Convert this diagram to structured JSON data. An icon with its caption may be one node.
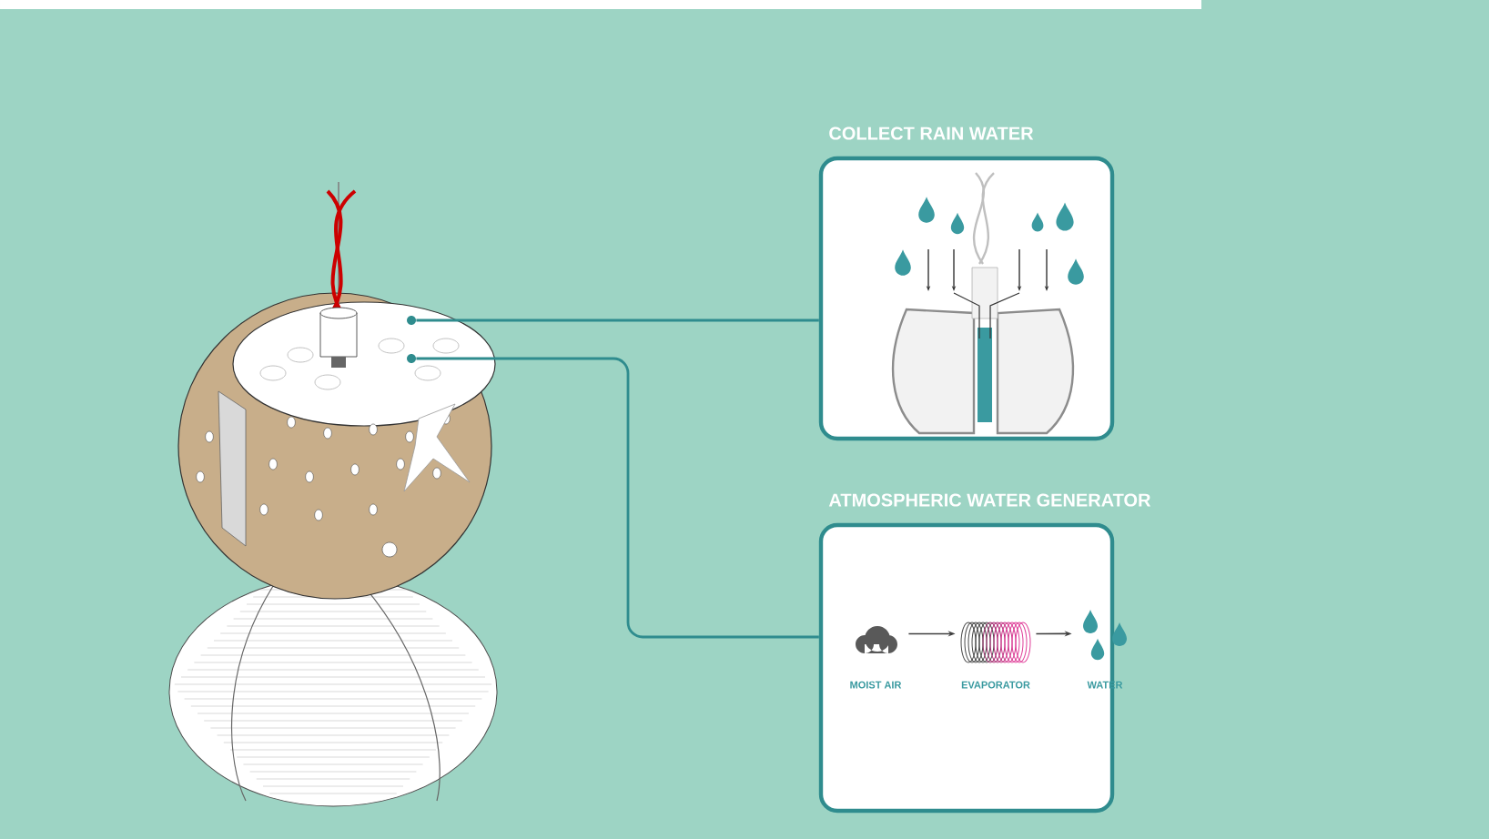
{
  "diagram": {
    "nodes": [
      {
        "text": [],
        "shape": "picture"
      },
      {
        "text": [],
        "shape": "circle",
        "in": 0
      },
      {
        "text": [],
        "shape": "circle",
        "in": 0
      },
      {
        "text": [
          "COLLECT RAIN WATER"
        ]
      },
      {
        "text": [
          "ATMOSPHERIC WATER GENERATOR"
        ]
      },
      {
        "text": [
          "MOIST AIR"
        ],
        "in": 4
      },
      {
        "text": [
          "EVAPORATOR"
        ],
        "in": 4
      },
      {
        "text": [
          "WATER"
        ],
        "in": 4
      }
    ],
    "edges": [
      {
        "from": 1,
        "to": 3,
        "arrow": "none"
      },
      {
        "from": 2,
        "to": 4,
        "arrow": "none"
      },
      {
        "from": 5,
        "to": 6,
        "arrow": "to"
      },
      {
        "from": 6,
        "to": 7,
        "arrow": "to"
      }
    ]
  }
}
